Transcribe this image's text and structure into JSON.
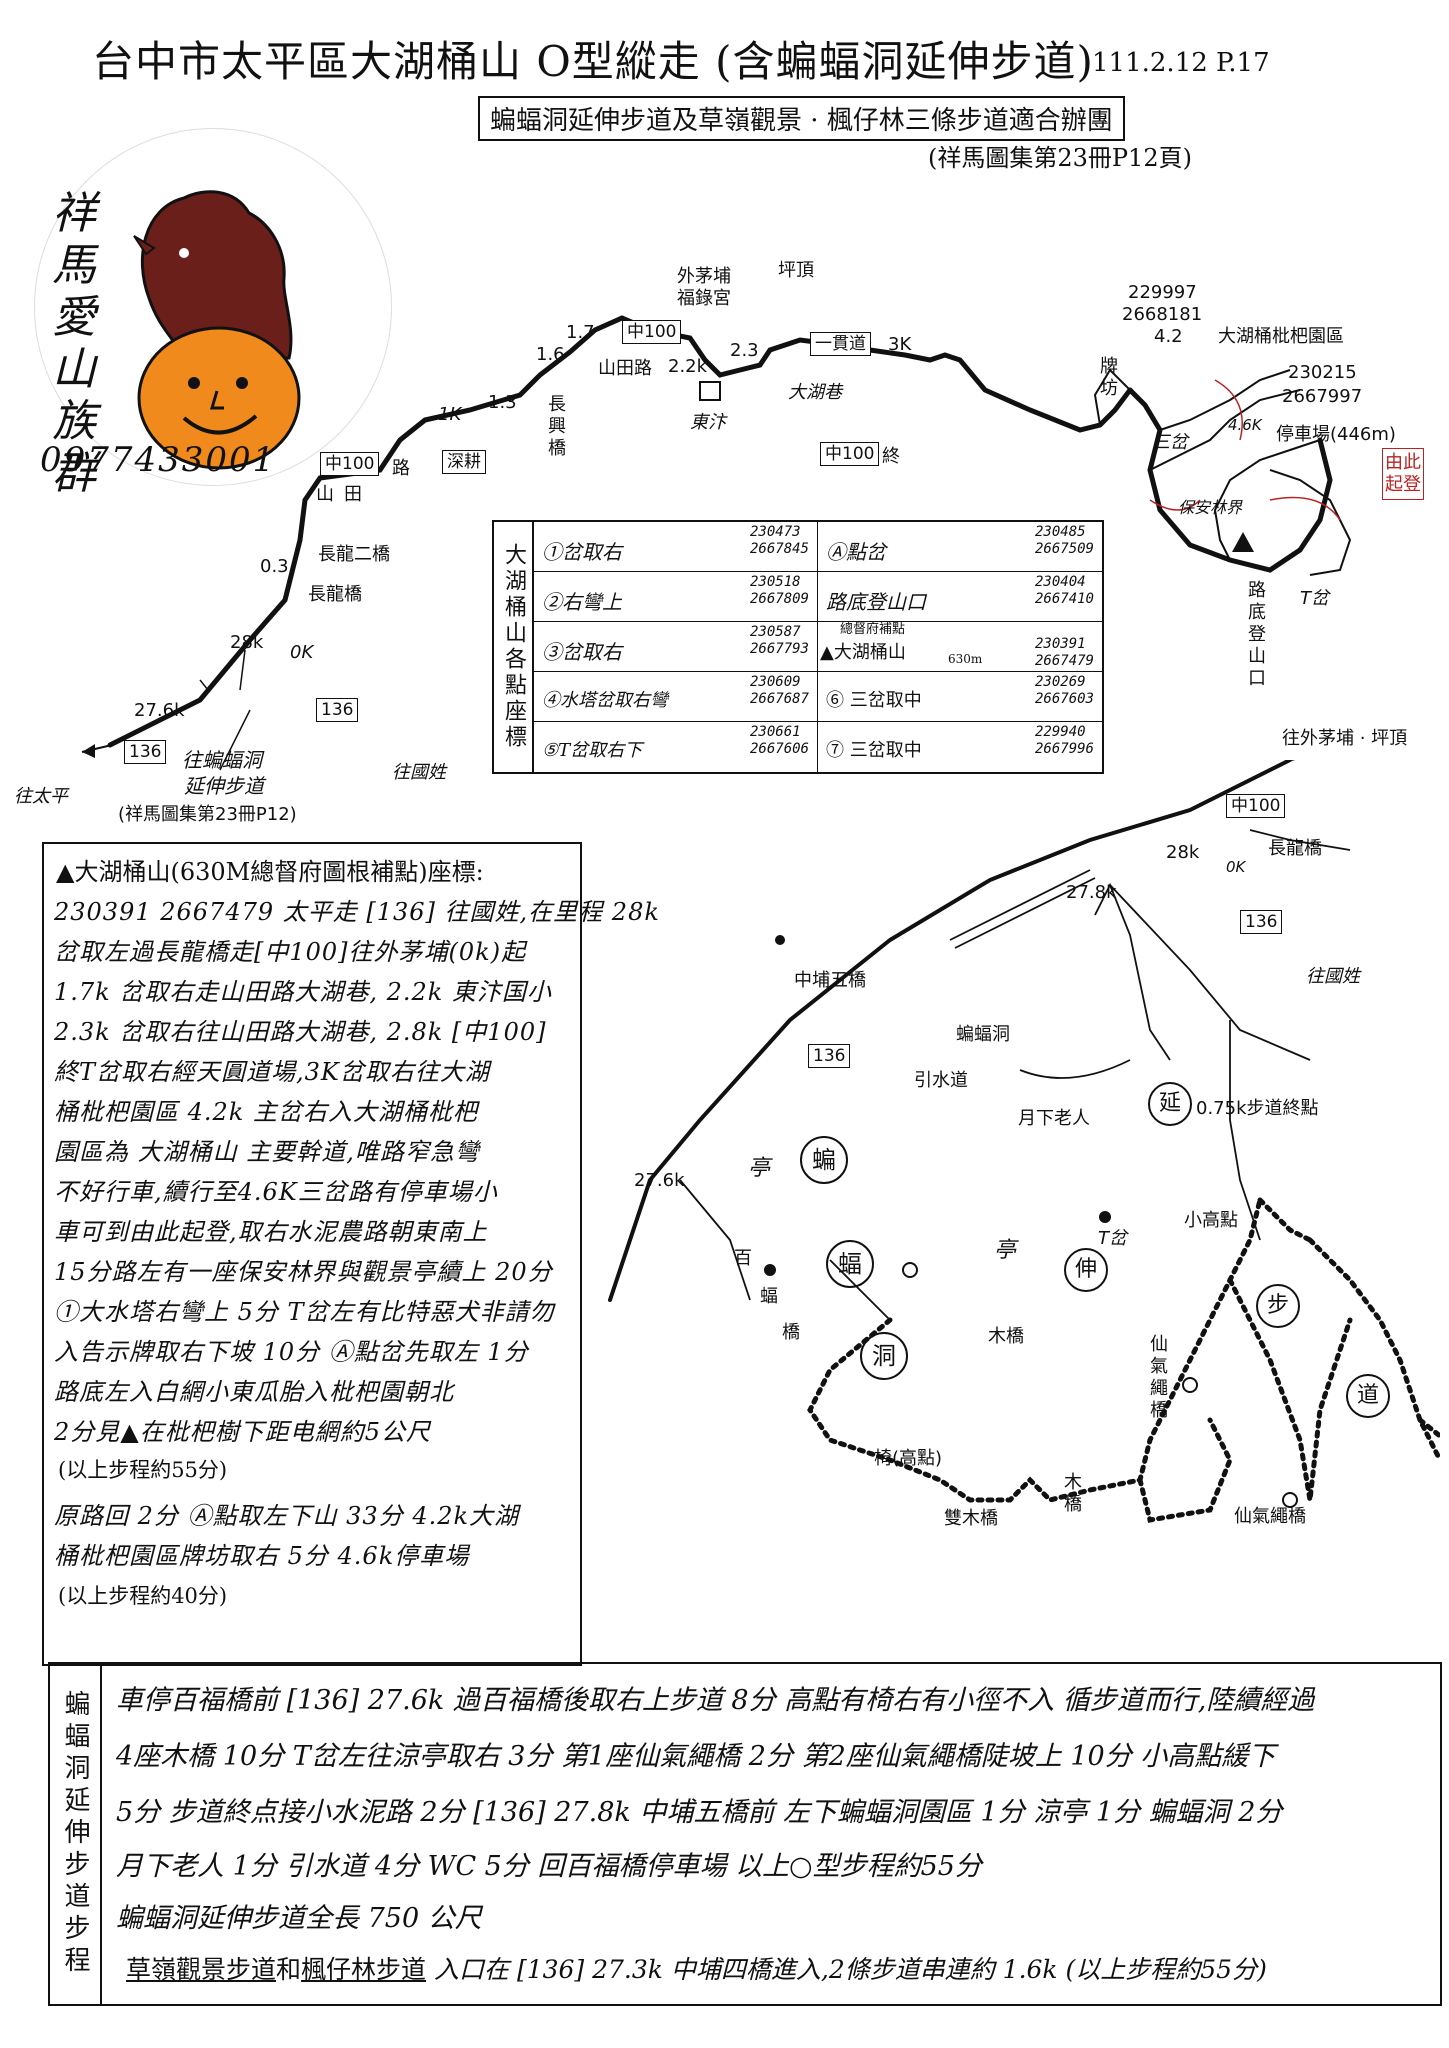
{
  "header": {
    "title": "台中市太平區大湖桶山 O型縱走 (含蝙蝠洞延伸步道)",
    "date_page": "111.2.12 P.17",
    "subtitle": "蝙蝠洞延伸步道及草嶺觀景 · 楓仔林三條步道適合辦團",
    "ref": "(祥馬圖集第23冊P12頁)"
  },
  "logo": {
    "text": "祥馬愛山族群",
    "phone": "0977433001"
  },
  "colors": {
    "ink": "#111111",
    "route": "#111111",
    "start_red": "#b22222"
  },
  "top_map": {
    "labels": {
      "waimaopu_temple": "外茅埔",
      "waimaopu_temple2": "福錄宮",
      "pingding": "坪頂",
      "coord_pailou_1": "229997",
      "coord_pailou_2": "2668181",
      "pailou": "牌",
      "pailou2": "坊",
      "km_42": "4.2",
      "orchard": "大湖桶枇杷園區",
      "coord_parking_1": "230215",
      "coord_parking_2": "2667997",
      "parking": "停車場(446m)",
      "start_here": "由此起登",
      "yiguandao": "一貫道",
      "km_3": "3K",
      "dahuxiang": "大湖巷",
      "zhong100_end": "中100",
      "end_char": "終",
      "km_23": "2.3",
      "km_22": "2.2k",
      "dongbian": "東汴",
      "shantian_road": "山田路",
      "km_17": "1.7",
      "km_16": "1.6",
      "km_13": "1.3",
      "km_1k": "1K",
      "changyi_bridge": "長興橋",
      "shengeng": "深耕",
      "zhong100_a": "中100",
      "road": "路",
      "shantian": "山田",
      "changlong2": "長龍二橋",
      "km_03": "0.3",
      "changlong": "長龍橋",
      "km_28": "28k",
      "km_0k": "0K",
      "km_276": "27.6k",
      "r136_a": "136",
      "r136_b": "136",
      "to_bat_cave": "往蝙蝠洞",
      "to_bat_cave2": "延伸步道",
      "to_taiping": "往太平",
      "to_guoxing": "往國姓",
      "ref_bottom": "(祥馬圖集第23冊P12)",
      "zhong100_top": "中100",
      "fork_sancha": "三岔",
      "baobao": "保安林界",
      "lubottom": "路底登山口",
      "tcha": "T岔",
      "km_46": "4.6K"
    }
  },
  "coords_table": {
    "side_label": "大湖桶山各點座標",
    "cells": [
      {
        "name": "①岔取右",
        "e": "230473",
        "n": "2667845"
      },
      {
        "name": "Ⓐ點岔",
        "e": "230485",
        "n": "2667509"
      },
      {
        "name": "②右彎上",
        "e": "230518",
        "n": "2667809"
      },
      {
        "name": "路底登山口",
        "e": "230404",
        "n": "2667410"
      },
      {
        "name": "③岔取右",
        "e": "230587",
        "n": "2667793"
      },
      {
        "name": "▲大湖桶山",
        "e": "230391",
        "n": "2667479",
        "note": "總督府補點",
        "alt": "630m"
      },
      {
        "name": "④水塔岔取右彎",
        "e": "230609",
        "n": "2667687"
      },
      {
        "name": "⑥ 三岔取中",
        "e": "230269",
        "n": "2667603"
      },
      {
        "name": "⑤T岔取右下",
        "e": "230661",
        "n": "2667606"
      },
      {
        "name": "⑦ 三岔取中",
        "e": "229940",
        "n": "2667996"
      }
    ]
  },
  "description": {
    "head": "▲大湖桶山(630M總督府圖根補點)座標:",
    "lines": [
      "230391 2667479 太平走 [136] 往國姓,在里程 28k",
      "岔取左過長龍橋走[中100]往外茅埔(0k)起",
      "1.7k 岔取右走山田路大湖巷, 2.2k 東汴国小",
      "2.3k 岔取右往山田路大湖巷, 2.8k [中100]",
      "終T岔取右經天圓道場,3K岔取右往大湖",
      "桶枇杷園區 4.2k 主岔右入大湖桶枇杷",
      "園區為 大湖桶山 主要幹道,唯路窄急彎",
      "不好行車,續行至4.6K三岔路有停車場小",
      "車可到由此起登,取右水泥農路朝東南上",
      "15分路左有一座保安林界與觀景亭續上 20分",
      "①大水塔右彎上 5分 T岔左有比特惡犬非請勿",
      "入告示牌取右下坡 10分 Ⓐ點岔先取左 1分",
      "路底左入白網小東瓜胎入枇杷園朝北",
      "2分見▲在枇杷樹下距电網約5公尺",
      "原路回 2分 Ⓐ點取左下山 33分 4.2k大湖",
      "桶枇杷園區牌坊取右 5分 4.6k停車場"
    ],
    "note1": "(以上步程約55分)",
    "note2": "(以上步程約40分)"
  },
  "bat_map": {
    "labels": {
      "to_waimao": "往外茅埔 · 坪頂",
      "zhong100": "中100",
      "changlong": "長龍橋",
      "km_28": "28k",
      "km_0k": "0K",
      "km_278": "27.8k",
      "r136_right": "136",
      "to_guoxing": "往國姓",
      "zhongpu5": "中埔五橋",
      "bat_cave": "蝙蝠洞",
      "r136_left": "136",
      "yinshui": "引水道",
      "yuexia": "月下老人",
      "yan": "延",
      "end_075": "0.75k步道終點",
      "km_276": "27.6k",
      "pavilion": "亭",
      "bian": "蝙",
      "bai": "百",
      "fu_small": "蝠",
      "qiao": "橋",
      "fu": "蝠",
      "xiaogao": "小高點",
      "tcha": "T岔",
      "he_pav": "亭",
      "shen": "伸",
      "bu": "步",
      "mu_bridge": "木橋",
      "dong": "洞",
      "xianqi_v": "仙氣繩橋",
      "dao": "道",
      "chair": "椅(高點)",
      "double_wood": "雙木橋",
      "mu2": "木橋",
      "xianqi_h": "仙氣繩橋"
    }
  },
  "bottom": {
    "side_label": "蝙蝠洞延伸步道步程",
    "lines": [
      "車停百福橋前 [136] 27.6k 過百福橋後取右上步道 8分 高點有椅右有小徑不入 循步道而行,陸續經過",
      "4座木橋 10分 T岔左往涼亭取右 3分 第1座仙氣繩橋 2分 第2座仙氣繩橋陡坡上 10分 小高點緩下",
      "5分 步道終点接小水泥路 2分 [136] 27.8k 中埔五橋前 左下蝙蝠洞園區 1分 涼亭 1分 蝙蝠洞 2分",
      "月下老人 1分 引水道 4分 WC 5分 回百福橋停車場 以上○型步程約55分",
      "蝙蝠洞延伸步道全長 750 公尺"
    ],
    "last_a": "草嶺觀景步道",
    "last_and": "和",
    "last_b": "楓仔林步道",
    "last_rest": " 入口在 [136] 27.3k 中埔四橋進入,2條步道串連約 1.6k (以上步程約55分)"
  }
}
